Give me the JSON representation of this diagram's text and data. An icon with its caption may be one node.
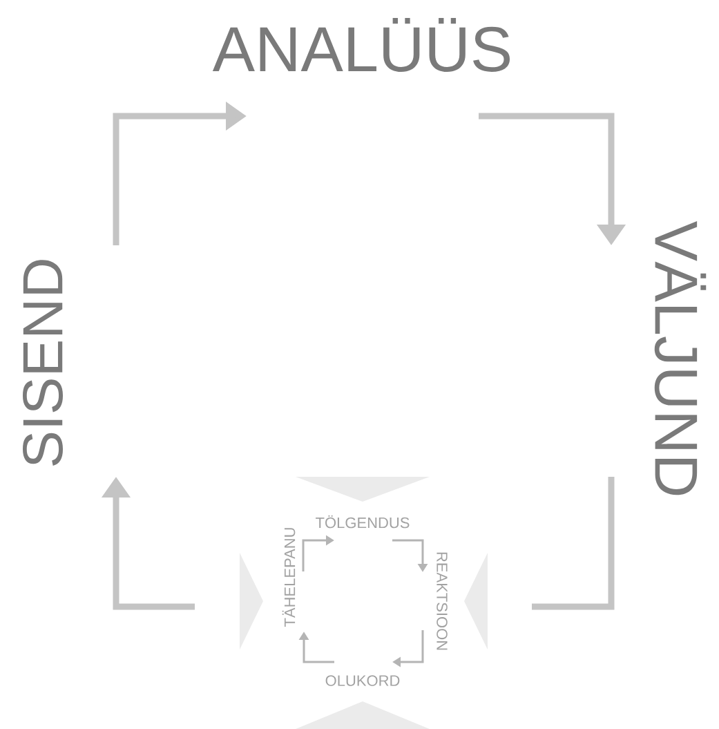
{
  "diagram": {
    "nodes": [
      {
        "text": [
          "ANALÜÜS"
        ]
      },
      {
        "text": [
          "SISEND"
        ]
      },
      {
        "text": [
          "VÄLJUND"
        ]
      },
      {
        "text": [
          "TÖLGENDUS"
        ]
      },
      {
        "text": [
          "TÄHELEPANU"
        ]
      },
      {
        "text": [
          "REAKTSIOON"
        ]
      },
      {
        "text": [
          "OLUKORD"
        ]
      },
      {
        "text": [],
        "shape": "triangle"
      },
      {
        "text": [],
        "shape": "triangle"
      },
      {
        "text": [],
        "shape": "triangle"
      },
      {
        "text": [],
        "shape": "triangle"
      }
    ],
    "edges": [
      {
        "from": 1,
        "to": 0,
        "arrow": "to",
        "style": "thick"
      },
      {
        "from": 0,
        "to": 2,
        "arrow": "to",
        "style": "thick"
      },
      {
        "from": 2,
        "to": null,
        "arrow": "none",
        "style": "thick"
      },
      {
        "from": null,
        "to": 1,
        "arrow": "to",
        "style": "thick"
      },
      {
        "from": 4,
        "to": 3,
        "arrow": "to"
      },
      {
        "from": 3,
        "to": 5,
        "arrow": "to"
      },
      {
        "from": 5,
        "to": 6,
        "arrow": "to"
      },
      {
        "from": 6,
        "to": 4,
        "arrow": "to"
      }
    ]
  }
}
